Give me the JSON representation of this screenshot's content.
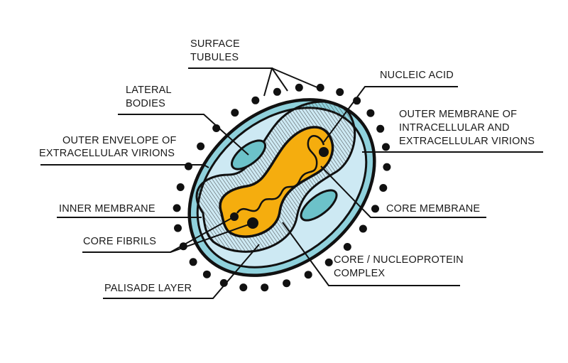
{
  "colors": {
    "outline": "#111111",
    "envelope": "#8fd1dc",
    "envelope_inner": "#cde9f3",
    "lateral_bodies": "#6cc2c9",
    "palisade": "#ffffff",
    "core": "#f5ad0e",
    "background": "#ffffff"
  },
  "icons": {
    "surface_tubules": "black-dot",
    "nucleic_acid": "wavy-strand"
  },
  "labels": {
    "surface_tubules": [
      "SURFACE",
      "TUBULES"
    ],
    "nucleic_acid": [
      "NUCLEIC ACID"
    ],
    "lateral_bodies": [
      "LATERAL",
      "BODIES"
    ],
    "outer_membrane": [
      "OUTER MEMBRANE OF",
      "INTRACELLULAR AND",
      "EXTRACELLULAR VIRIONS"
    ],
    "outer_envelope": [
      "OUTER ENVELOPE OF",
      "EXTRACELLULAR VIRIONS"
    ],
    "inner_membrane": [
      "INNER MEMBRANE"
    ],
    "core_membrane": [
      "CORE MEMBRANE"
    ],
    "core_fibrils": [
      "CORE FIBRILS"
    ],
    "core_complex": [
      "CORE / NUCLEOPROTEIN",
      "COMPLEX"
    ],
    "palisade_layer": [
      "PALISADE LAYER"
    ]
  }
}
